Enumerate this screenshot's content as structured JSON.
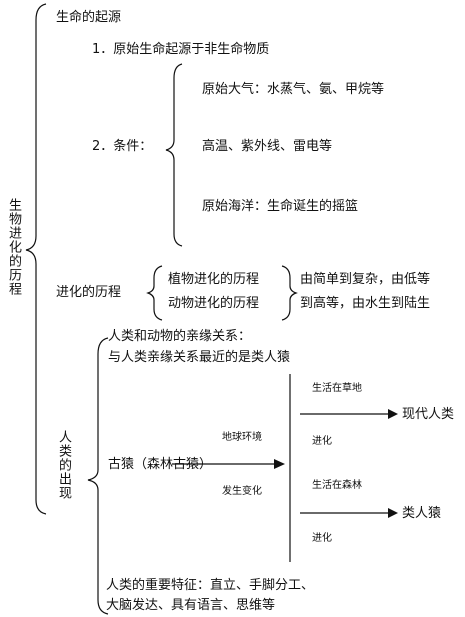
{
  "root": "生物进化的历程",
  "origin": {
    "title": "生命的起源",
    "item1": "1．原始生命起源于非生命物质",
    "item2": "2．条件：",
    "conditions": [
      "原始大气：水蒸气、氨、甲烷等",
      "高温、紫外线、雷电等",
      "原始海洋：生命诞生的摇篮"
    ]
  },
  "evolution": {
    "title": "进化的历程",
    "plant": "植物进化的历程",
    "animal": "动物进化的历程",
    "rule_line1": "由简单到复杂，由低等",
    "rule_line2": "到高等，由水生到陆生"
  },
  "human": {
    "title": "人类的出现",
    "kin_line1": "人类和动物的亲缘关系：",
    "kin_line2": "与人类亲缘关系最近的是类人猿",
    "ancestor": "古猿（森林古猿）",
    "env_change": "地球环境",
    "env_change2": "发生变化",
    "grassland": "生活在草地",
    "evolve1": "进化",
    "modern_human": "现代人类",
    "forest": "生活在森林",
    "evolve2": "进化",
    "apes": "类人猿",
    "traits_line1": "人类的重要特征：直立、手脚分工、",
    "traits_line2": "大脑发达、具有语言、思维等"
  }
}
